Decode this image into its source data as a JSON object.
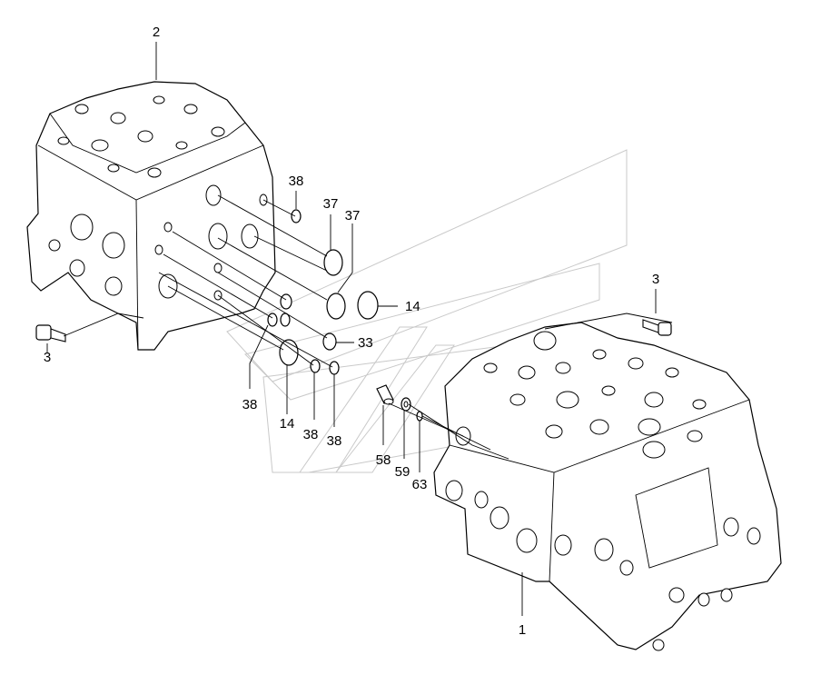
{
  "diagram": {
    "callouts": [
      {
        "id": "c2",
        "text": "2"
      },
      {
        "id": "c3a",
        "text": "3"
      },
      {
        "id": "c3b",
        "text": "3"
      },
      {
        "id": "c38a",
        "text": "38"
      },
      {
        "id": "c37a",
        "text": "37"
      },
      {
        "id": "c37b",
        "text": "37"
      },
      {
        "id": "c14a",
        "text": "14"
      },
      {
        "id": "c33",
        "text": "33"
      },
      {
        "id": "c38b",
        "text": "38"
      },
      {
        "id": "c14b",
        "text": "14"
      },
      {
        "id": "c38c",
        "text": "38"
      },
      {
        "id": "c38d",
        "text": "38"
      },
      {
        "id": "c58",
        "text": "58"
      },
      {
        "id": "c59",
        "text": "59"
      },
      {
        "id": "c63",
        "text": "63"
      },
      {
        "id": "c1",
        "text": "1"
      }
    ]
  },
  "colors": {
    "ink": "#000000",
    "watermark": "#c9c9c9",
    "background": "#ffffff"
  }
}
